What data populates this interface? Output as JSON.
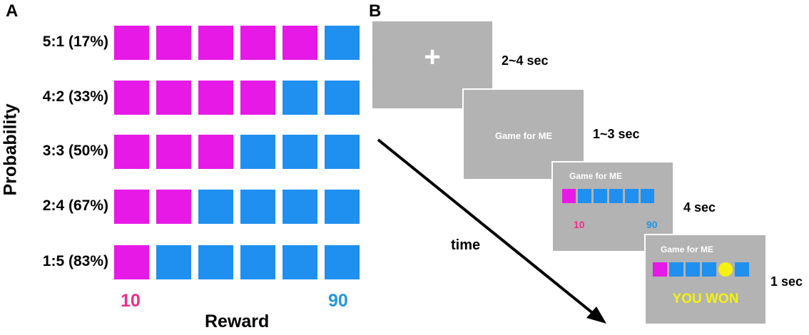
{
  "panel_a": {
    "label": "A",
    "y_axis_label": "Probability",
    "x_axis_label": "Reward",
    "rows": [
      {
        "label": "5:1 (17%)",
        "cells": [
          "m",
          "m",
          "m",
          "m",
          "m",
          "b"
        ]
      },
      {
        "label": "4:2 (33%)",
        "cells": [
          "m",
          "m",
          "m",
          "m",
          "b",
          "b"
        ]
      },
      {
        "label": "3:3 (50%)",
        "cells": [
          "m",
          "m",
          "m",
          "b",
          "b",
          "b"
        ]
      },
      {
        "label": "2:4 (67%)",
        "cells": [
          "m",
          "m",
          "b",
          "b",
          "b",
          "b"
        ]
      },
      {
        "label": "1:5 (83%)",
        "cells": [
          "m",
          "b",
          "b",
          "b",
          "b",
          "b"
        ]
      }
    ],
    "reward_low": "10",
    "reward_high": "90"
  },
  "panel_b": {
    "label": "B",
    "time_label": "time",
    "screens": [
      {
        "content": "+",
        "duration": "2~4 sec"
      },
      {
        "content": "Game for ME",
        "duration": "1~3 sec"
      },
      {
        "content": "Game for ME",
        "duration": "4 sec",
        "low": "10",
        "high": "90"
      },
      {
        "content": "Game for ME",
        "duration": "1 sec",
        "result": "YOU WON"
      }
    ]
  },
  "colors": {
    "magenta": "#e619e6",
    "blue": "#1f8ff0",
    "low_reward": "#ea2f8a",
    "high_reward": "#2496e0",
    "screen_gray": "#b3b3b3",
    "won_yellow": "#f5f20f"
  }
}
